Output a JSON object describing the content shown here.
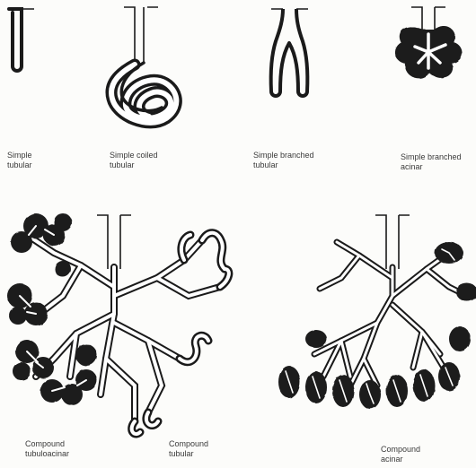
{
  "figure": {
    "labels": {
      "simple_tubular": [
        "Simple",
        "tubular"
      ],
      "simple_coiled_tubular": [
        "Simple coiled",
        "tubular"
      ],
      "simple_branched_tubular": [
        "Simple branched",
        "tubular"
      ],
      "simple_branched_acinar": [
        "Simple branched",
        "acinar"
      ],
      "compound_tubuloacinar": [
        "Compound",
        "tubuloacinar"
      ],
      "compound_tubular": [
        "Compound",
        "tubular"
      ],
      "compound_acinar": [
        "Compound",
        "acinar"
      ]
    },
    "colors": {
      "ink": "#1a1a1a",
      "secretory_fill": "#1e1e1e",
      "lumen": "#ffffff",
      "paper": "#fcfcfa"
    }
  }
}
